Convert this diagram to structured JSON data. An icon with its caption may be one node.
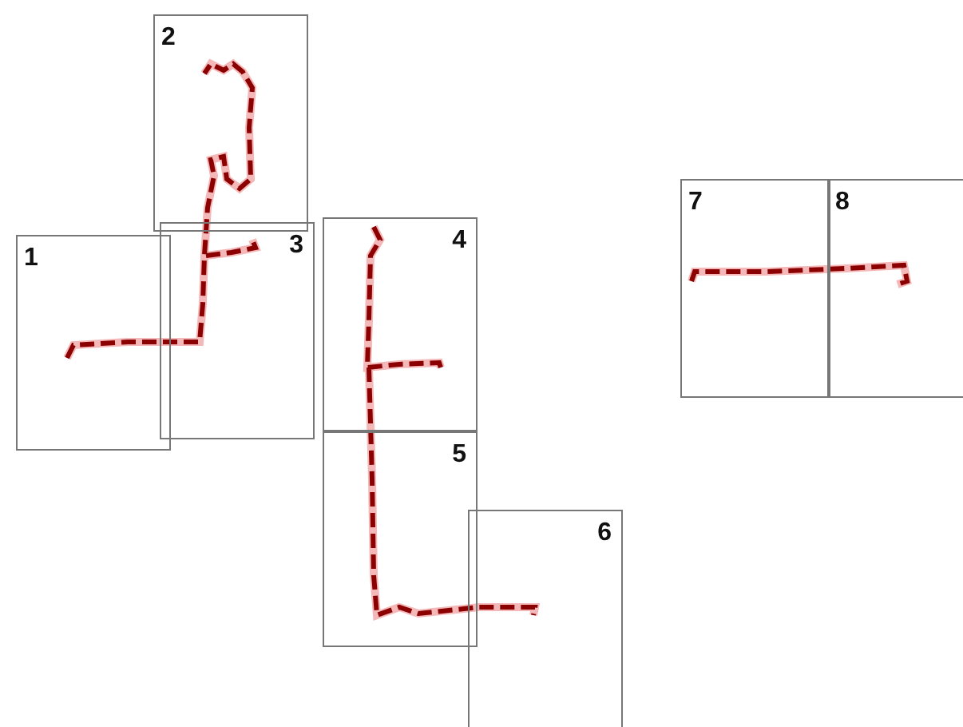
{
  "diagram": {
    "nodes": [
      {
        "text": [
          "1"
        ]
      },
      {
        "text": [
          "2"
        ]
      },
      {
        "text": [
          "3"
        ]
      },
      {
        "text": [
          "4"
        ]
      },
      {
        "text": [
          "5"
        ]
      },
      {
        "text": [
          "6"
        ]
      },
      {
        "text": [
          "7"
        ]
      },
      {
        "text": [
          "8"
        ]
      }
    ]
  }
}
